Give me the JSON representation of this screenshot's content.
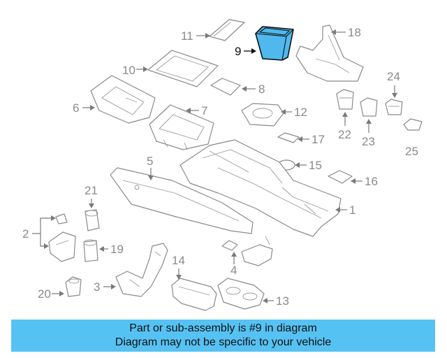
{
  "diagram": {
    "callouts": [
      "1",
      "2",
      "3",
      "4",
      "5",
      "6",
      "7",
      "8",
      "9",
      "10",
      "11",
      "12",
      "13",
      "14",
      "15",
      "16",
      "17",
      "18",
      "19",
      "20",
      "21",
      "22",
      "23",
      "24",
      "25"
    ],
    "highlighted_part": "9",
    "colors": {
      "highlight_fill": "#4fb9ee",
      "line": "#8a8a8a",
      "banner": "#56c2f3"
    }
  },
  "banner": {
    "line1": "Part or sub-assembly is #9 in diagram",
    "line2": "Diagram may not be specific to your vehicle"
  }
}
